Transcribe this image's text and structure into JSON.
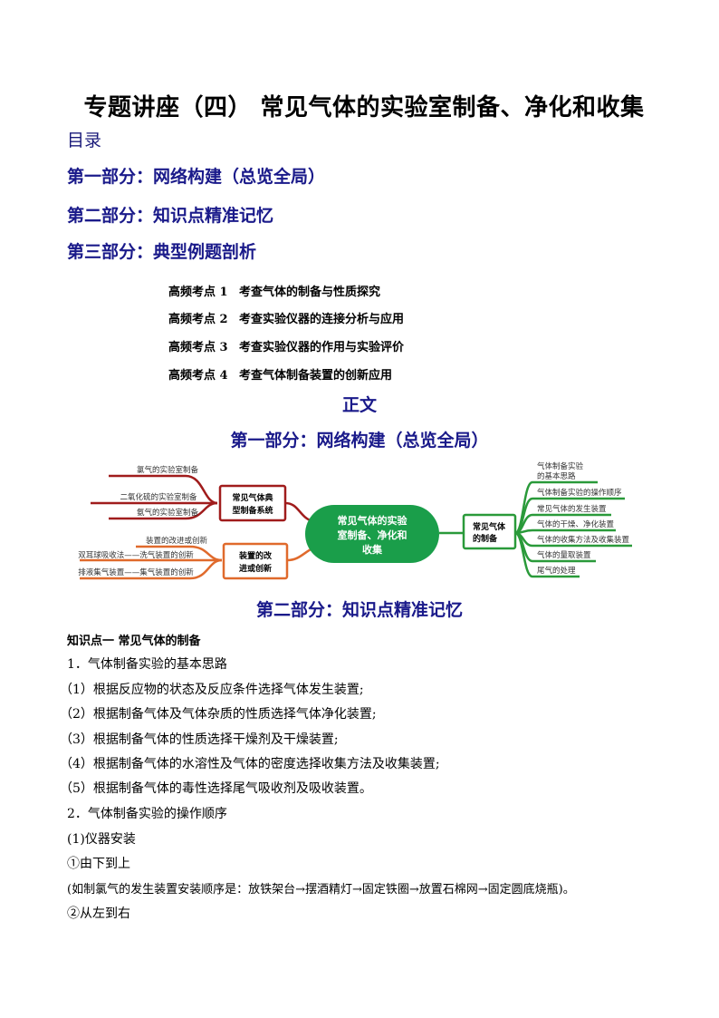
{
  "document": {
    "title": "专题讲座（四） 常见气体的实验室制备、净化和收集",
    "toc": {
      "heading": "目录",
      "parts": [
        "第一部分：网络构建（总览全局）",
        "第二部分：知识点精准记忆",
        "第三部分：典型例题剖析"
      ],
      "topics": [
        {
          "label": "高频考点 1",
          "text": "考查气体的制备与性质探究"
        },
        {
          "label": "高频考点 2",
          "text": "考查实验仪器的连接分析与应用"
        },
        {
          "label": "高频考点 3",
          "text": "考查实验仪器的作用与实验评价"
        },
        {
          "label": "高频考点 4",
          "text": "考查气体制备装置的创新应用"
        }
      ]
    },
    "main_heading": "正文",
    "part1_heading": "第一部分：网络构建（总览全局）",
    "mindmap": {
      "center": [
        "常见气体的实验",
        "室制备、净化和",
        "收集"
      ],
      "colors": {
        "center": "#1a9e4a",
        "red": "#a01c1c",
        "orange": "#e06a2c",
        "green": "#2a9a3a"
      },
      "left_top": {
        "node": [
          "常见气体典",
          "型制备系统"
        ],
        "leaves": [
          "氯气的实验室制备",
          "二氧化硫的实验室制备",
          "氨气的实验室制备"
        ]
      },
      "left_bottom": {
        "node": [
          "装置的改",
          "进或创新"
        ],
        "leaves": [
          "装置的改进或创新",
          "双耳球吸收法——洗气装置的创新",
          "排液集气装置——集气装置的创新"
        ]
      },
      "right": {
        "node": [
          "常见气体",
          "的制备"
        ],
        "leaves": [
          [
            "气体制备实验",
            "的基本思路"
          ],
          [
            "气体制备实验的操作顺序"
          ],
          [
            "常见气体的发生装置"
          ],
          [
            "气体的干燥、净化装置"
          ],
          [
            "气体的收集方法及收集装置"
          ],
          [
            "气体的量取装置"
          ],
          [
            "尾气的处理"
          ]
        ]
      }
    },
    "part2_heading": "第二部分：知识点精准记忆",
    "knowledge": {
      "heading": "知识点一  常见气体的制备",
      "lines": [
        "1．气体制备实验的基本思路",
        "（1）根据反应物的状态及反应条件选择气体发生装置;",
        "（2）根据制备气体及气体杂质的性质选择气体净化装置;",
        "（3）根据制备气体的性质选择干燥剂及干燥装置;",
        "（4）根据制备气体的水溶性及气体的密度选择收集方法及收集装置;",
        "（5）根据制备气体的毒性选择尾气吸收剂及吸收装置。",
        "2．气体制备实验的操作顺序",
        "(1)仪器安装",
        "①由下到上",
        "(如制氯气的发生装置安装顺序是：放铁架台→摆酒精灯→固定铁圈→放置石棉网→固定圆底烧瓶)。",
        "②从左到右"
      ]
    }
  }
}
